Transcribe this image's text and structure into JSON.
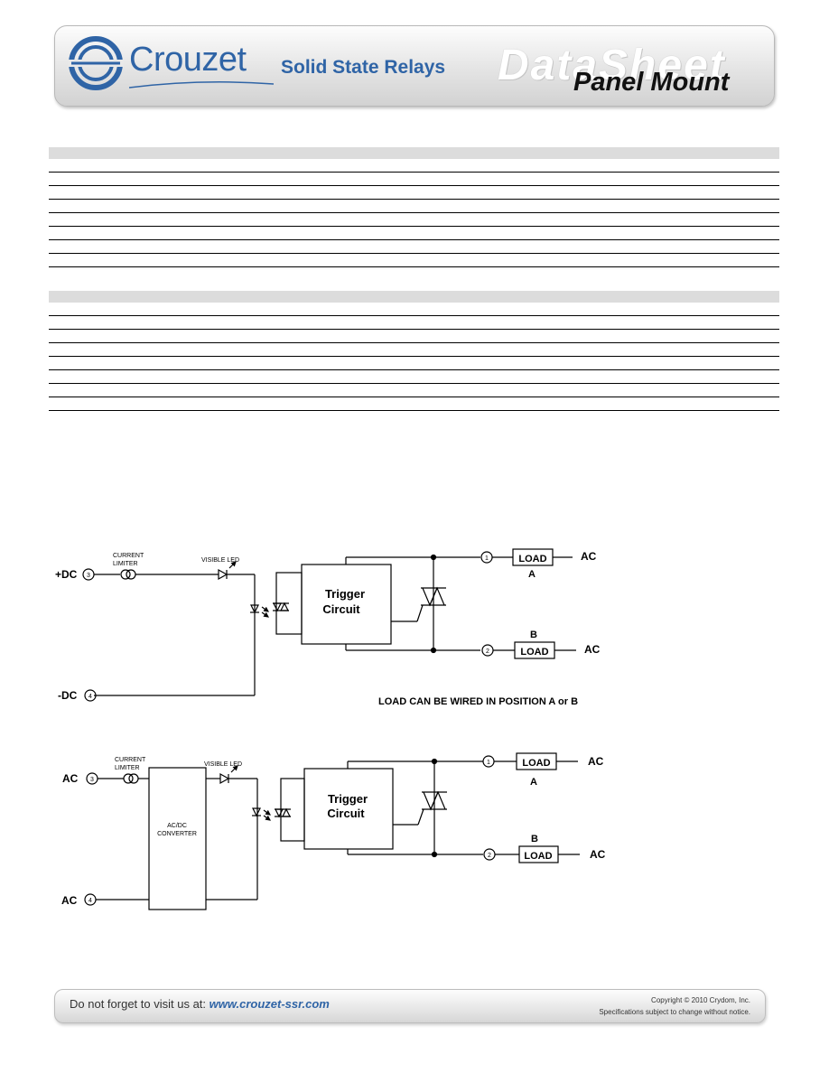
{
  "header": {
    "brand": "Crouzet",
    "product": "Solid State Relays",
    "datasheet_word": "DataSheet",
    "panel_mount": "Panel Mount",
    "colors": {
      "brand_blue": "#2f64a6"
    }
  },
  "diagram_dc": {
    "pos_input": "+DC",
    "neg_input": "-DC",
    "current_limiter": [
      "CURRENT",
      "LIMITER"
    ],
    "visible_led": "VISIBLE LED",
    "trigger": [
      "Trigger",
      "Circuit"
    ],
    "terminals": [
      "3",
      "4",
      "1",
      "2"
    ],
    "load": "LOAD",
    "pos_a": "A",
    "pos_b": "B",
    "ac": "AC",
    "note": "LOAD CAN BE WIRED IN POSITION A or B"
  },
  "diagram_ac": {
    "input_top": "AC",
    "input_bottom": "AC",
    "current_limiter": [
      "CURRENT",
      "LIMITER"
    ],
    "visible_led": "VISIBLE LED",
    "converter": [
      "AC/DC",
      "CONVERTER"
    ],
    "trigger": [
      "Trigger",
      "Circuit"
    ],
    "terminals": [
      "3",
      "4",
      "1",
      "2"
    ],
    "load": "LOAD",
    "pos_a": "A",
    "pos_b": "B",
    "ac": "AC"
  },
  "footer": {
    "visit_prefix": "Do not forget to visit us at:",
    "url": "www.crouzet-ssr.com",
    "copyright": "Copyright © 2010 Crydom, Inc.",
    "disclaimer": "Specifications subject to change without notice."
  }
}
